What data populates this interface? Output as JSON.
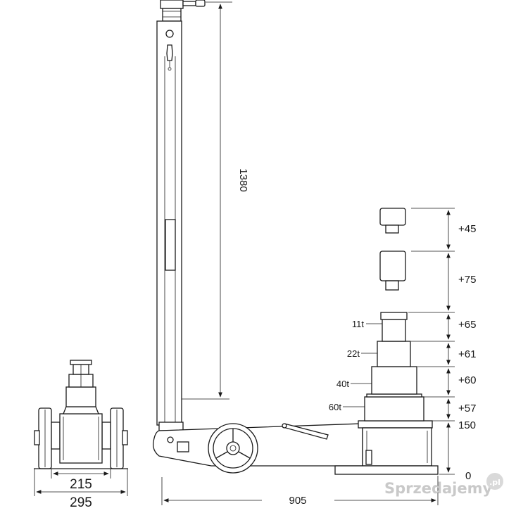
{
  "dimensions": {
    "height_total": "1380",
    "length_total": "905",
    "width_inner": "215",
    "width_outer": "295",
    "extension_1": "+45",
    "extension_2": "+75",
    "stage_1_stroke": "+65",
    "stage_2_stroke": "+61",
    "stage_3_stroke": "+60",
    "stage_4_stroke": "+57",
    "base_height": "150",
    "ground": "0"
  },
  "capacities": {
    "stage_1": "11t",
    "stage_2": "22t",
    "stage_3": "40t",
    "stage_4": "60t"
  },
  "watermark": {
    "text": "Sprzedajemy",
    "suffix": ".pl"
  }
}
